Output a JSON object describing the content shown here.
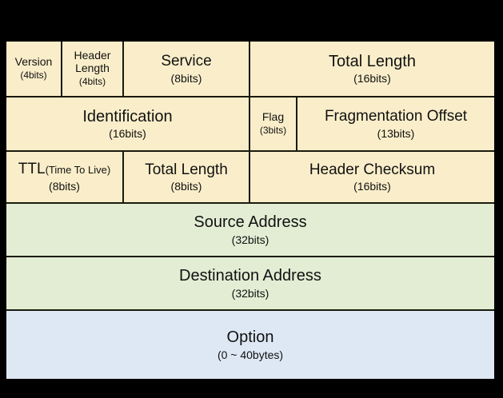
{
  "diagram": {
    "kind": "ipv4-header-format",
    "colors": {
      "row_cream": "#faeeca",
      "row_green": "#e3edd4",
      "row_blue": "#dee8f4",
      "border": "#1a1a0d",
      "frame": "#000000",
      "text": "#111111"
    },
    "rows": [
      {
        "id": "row-1",
        "fill": "cream",
        "cells": [
          {
            "label": "Version",
            "size": "(4bits)"
          },
          {
            "label": "Header\nLength",
            "label_line1": "Header",
            "label_line2": "Length",
            "size": "(4bits)"
          },
          {
            "label": "Service",
            "size": "(8bits)"
          },
          {
            "label": "Total Length",
            "size": "(16bits)"
          }
        ]
      },
      {
        "id": "row-2",
        "fill": "cream",
        "cells": [
          {
            "label": "Identification",
            "size": "(16bits)"
          },
          {
            "label": "Flag",
            "size": "(3bits)"
          },
          {
            "label": "Fragmentation Offset",
            "size": "(13bits)"
          }
        ]
      },
      {
        "id": "row-3",
        "fill": "cream",
        "cells": [
          {
            "label": "TTL",
            "label_note": "(Time To Live)",
            "size": "(8bits)"
          },
          {
            "label": "Total Length",
            "size": "(8bits)"
          },
          {
            "label": "Header Checksum",
            "size": "(16bits)"
          }
        ]
      },
      {
        "id": "row-4",
        "fill": "green",
        "cells": [
          {
            "label": "Source Address",
            "size": "(32bits)"
          }
        ]
      },
      {
        "id": "row-5",
        "fill": "green",
        "cells": [
          {
            "label": "Destination Address",
            "size": "(32bits)"
          }
        ]
      },
      {
        "id": "row-6",
        "fill": "blue",
        "cells": [
          {
            "label": "Option",
            "size": "(0 ~ 40bytes)"
          }
        ]
      }
    ]
  }
}
